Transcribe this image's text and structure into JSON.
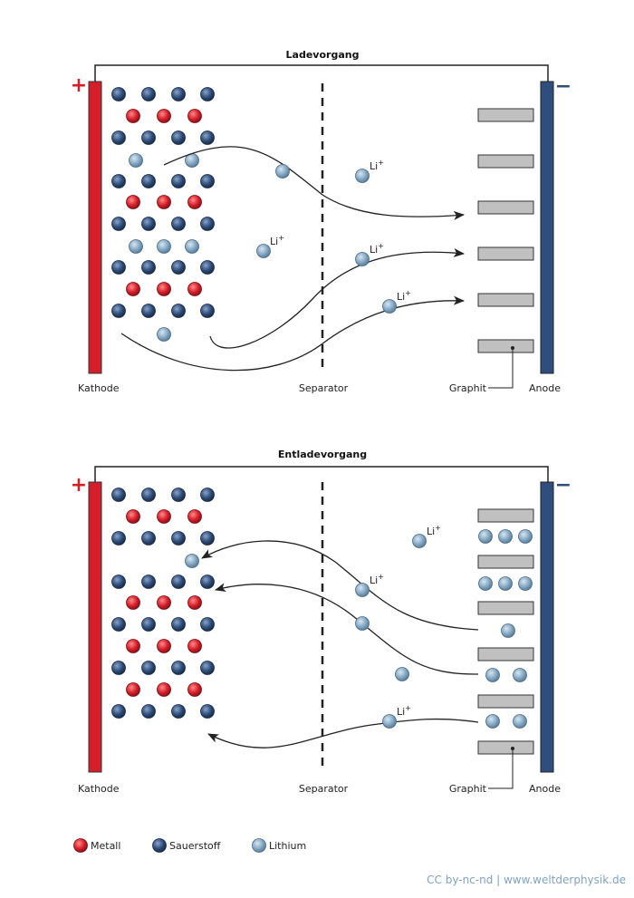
{
  "panels": {
    "charge": {
      "title": "Ladevorgang",
      "plus": "+",
      "minus": "−",
      "label_cathode": "Kathode",
      "label_separator": "Separator",
      "label_graphite": "Graphit",
      "label_anode": "Anode",
      "ion_label": "Li",
      "ion_charge": "+"
    },
    "discharge": {
      "title": "Entladevorgang",
      "plus": "+",
      "minus": "−",
      "label_cathode": "Kathode",
      "label_separator": "Separator",
      "label_graphite": "Graphit",
      "label_anode": "Anode",
      "ion_label": "Li",
      "ion_charge": "+"
    }
  },
  "legend": {
    "metal": "Metall",
    "oxygen": "Sauerstoff",
    "lithium": "Lithium"
  },
  "credit": "CC by-nc-nd | www.weltderphysik.de",
  "colors": {
    "metal": "#d7202b",
    "oxygen": "#2f4e7c",
    "lithium": "#86a9c4",
    "cathode": "#d41f2a",
    "anode": "#2f4e7c",
    "graphite": "#c0c0c0"
  }
}
